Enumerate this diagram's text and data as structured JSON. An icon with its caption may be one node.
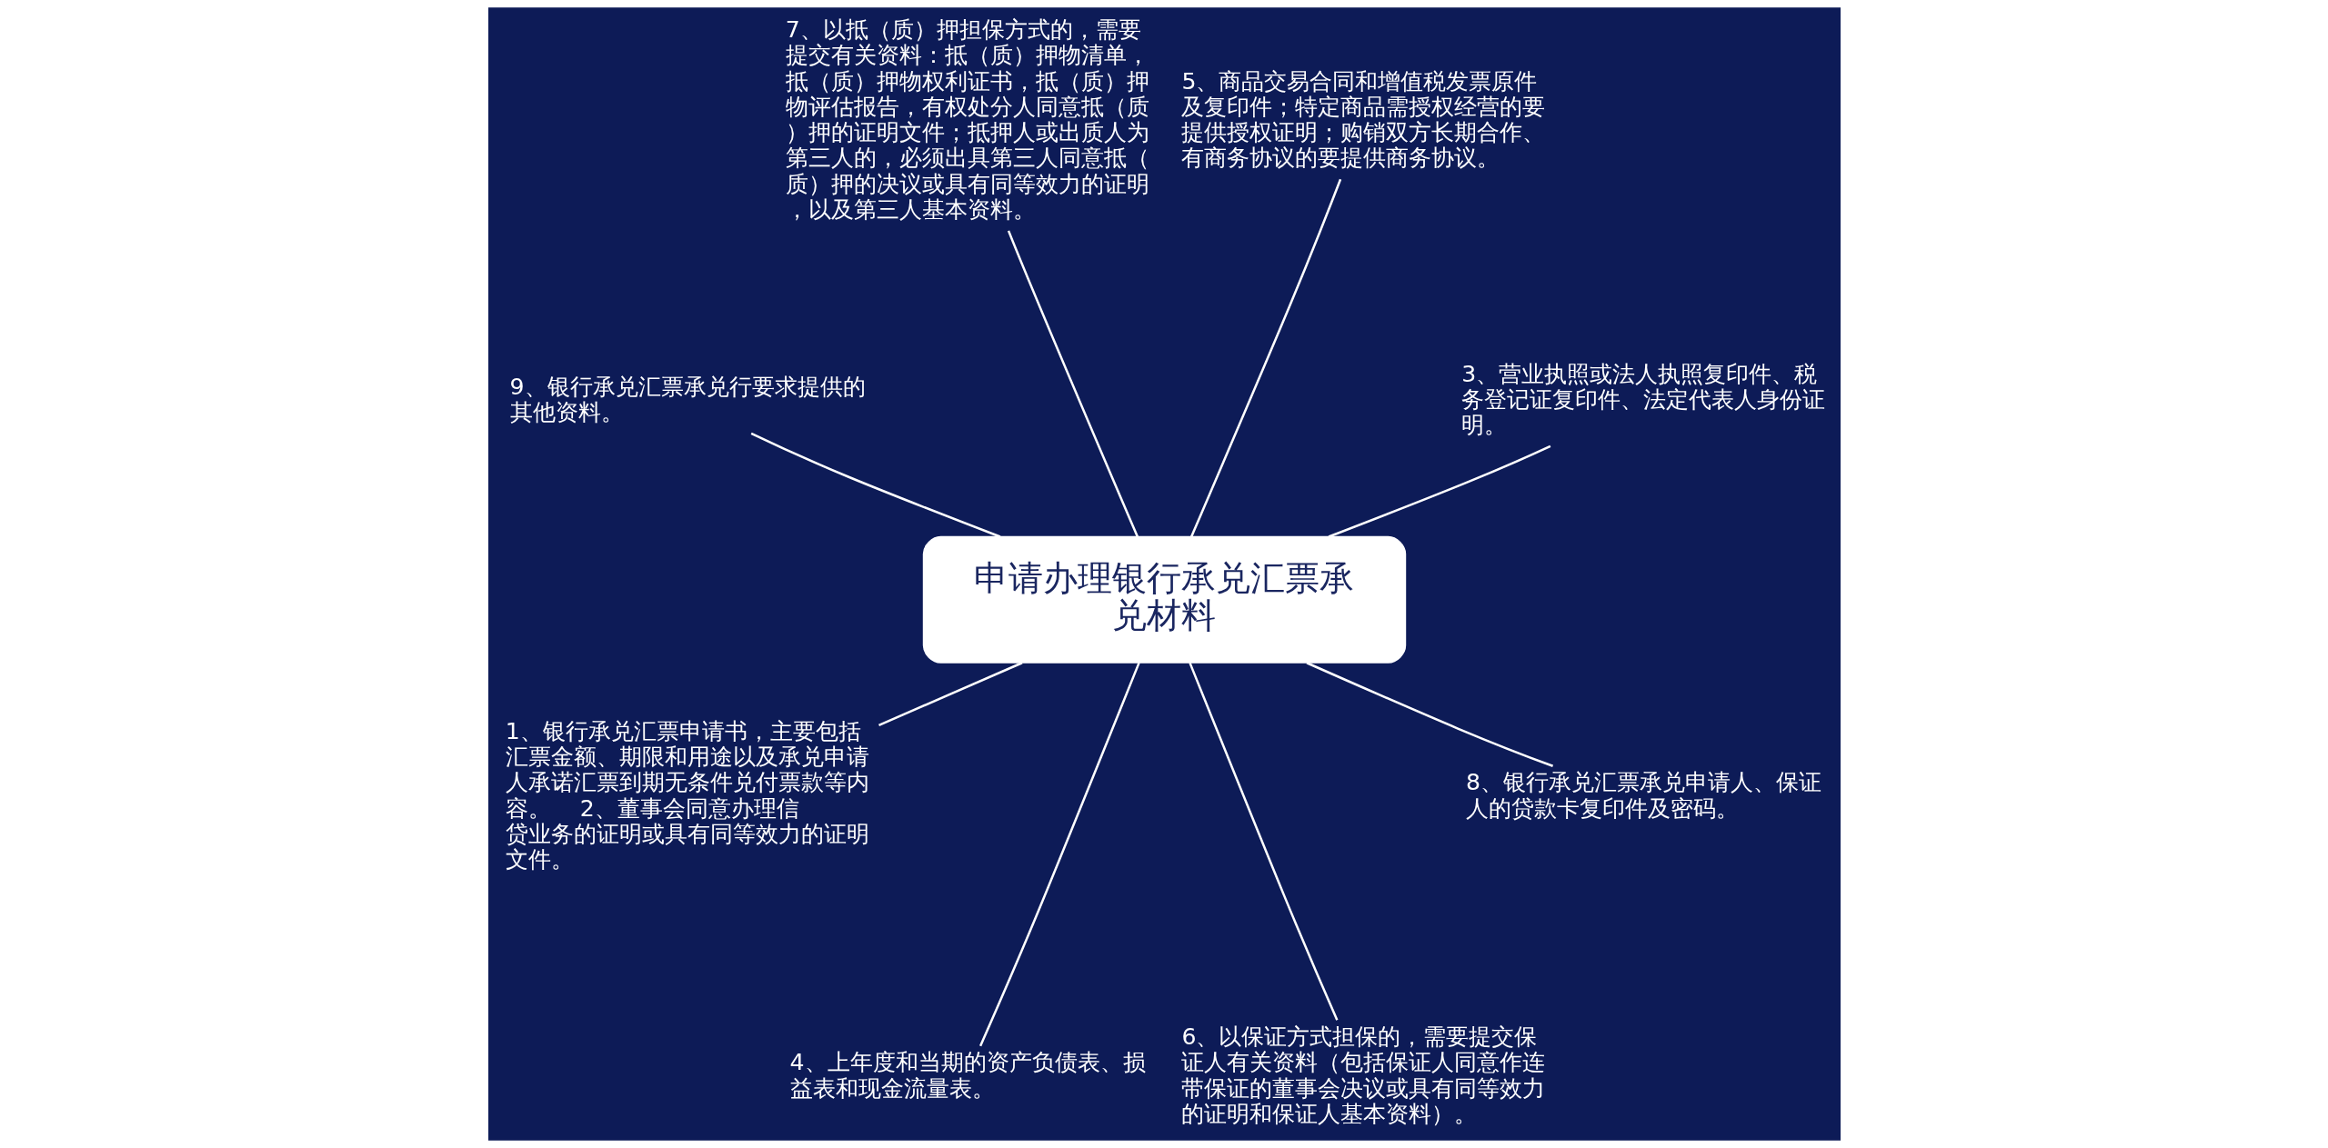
{
  "diagram": {
    "nodes": [
      {
        "text": [
          "申请办理银行承兑汇票承兑材料"
        ]
      },
      {
        "text": [
          "3、营业执照或法人执照复印件、税务登记证复印件、法定代表人身份证明。"
        ]
      },
      {
        "text": [
          "5、商品交易合同和增值税发票原件及复印件；特定商品需授权经营的要提供授权证明；购销双方长期合作、有商务协议的要提供商务协议。"
        ]
      },
      {
        "text": [
          "7、以抵（质）押担保方式的，需要提交有关资料：抵（质）押物清单，抵（质）押物权利证书，抵（质）押物评估报告，有权处分人同意抵（质）押的证明文件；抵押人或出质人为第三人的，必须出具第三人同意抵（质）押的决议或具有同等效力的证明，以及第三人基本资料。"
        ]
      },
      {
        "text": [
          "9、银行承兑汇票承兑行要求提供的其他资料。"
        ]
      },
      {
        "text": [
          "1、银行承兑汇票申请书，主要包括汇票金额、期限和用途以及承兑申请人承诺汇票到期无条件兑付票款等内容。    2、董事会同意办理信贷业务的证明或具有同等效力的证明文件。"
        ]
      },
      {
        "text": [
          "4、上年度和当期的资产负债表、损益表和现金流量表。"
        ]
      },
      {
        "text": [
          "6、以保证方式担保的，需要提交保证人有关资料（包括保证人同意作连带保证的董事会决议或具有同等效力的证明和保证人基本资料）。"
        ]
      },
      {
        "text": [
          "8、银行承兑汇票承兑申请人、保证人的贷款卡复印件及密码。"
        ]
      }
    ],
    "edges": [
      {
        "from": 0,
        "to": 1,
        "arrow": "none"
      },
      {
        "from": 0,
        "to": 2,
        "arrow": "none"
      },
      {
        "from": 0,
        "to": 3,
        "arrow": "none"
      },
      {
        "from": 0,
        "to": 4,
        "arrow": "none"
      },
      {
        "from": 0,
        "to": 5,
        "arrow": "none"
      },
      {
        "from": 0,
        "to": 6,
        "arrow": "none"
      },
      {
        "from": 0,
        "to": 7,
        "arrow": "none"
      },
      {
        "from": 0,
        "to": 8,
        "arrow": "none"
      }
    ]
  }
}
